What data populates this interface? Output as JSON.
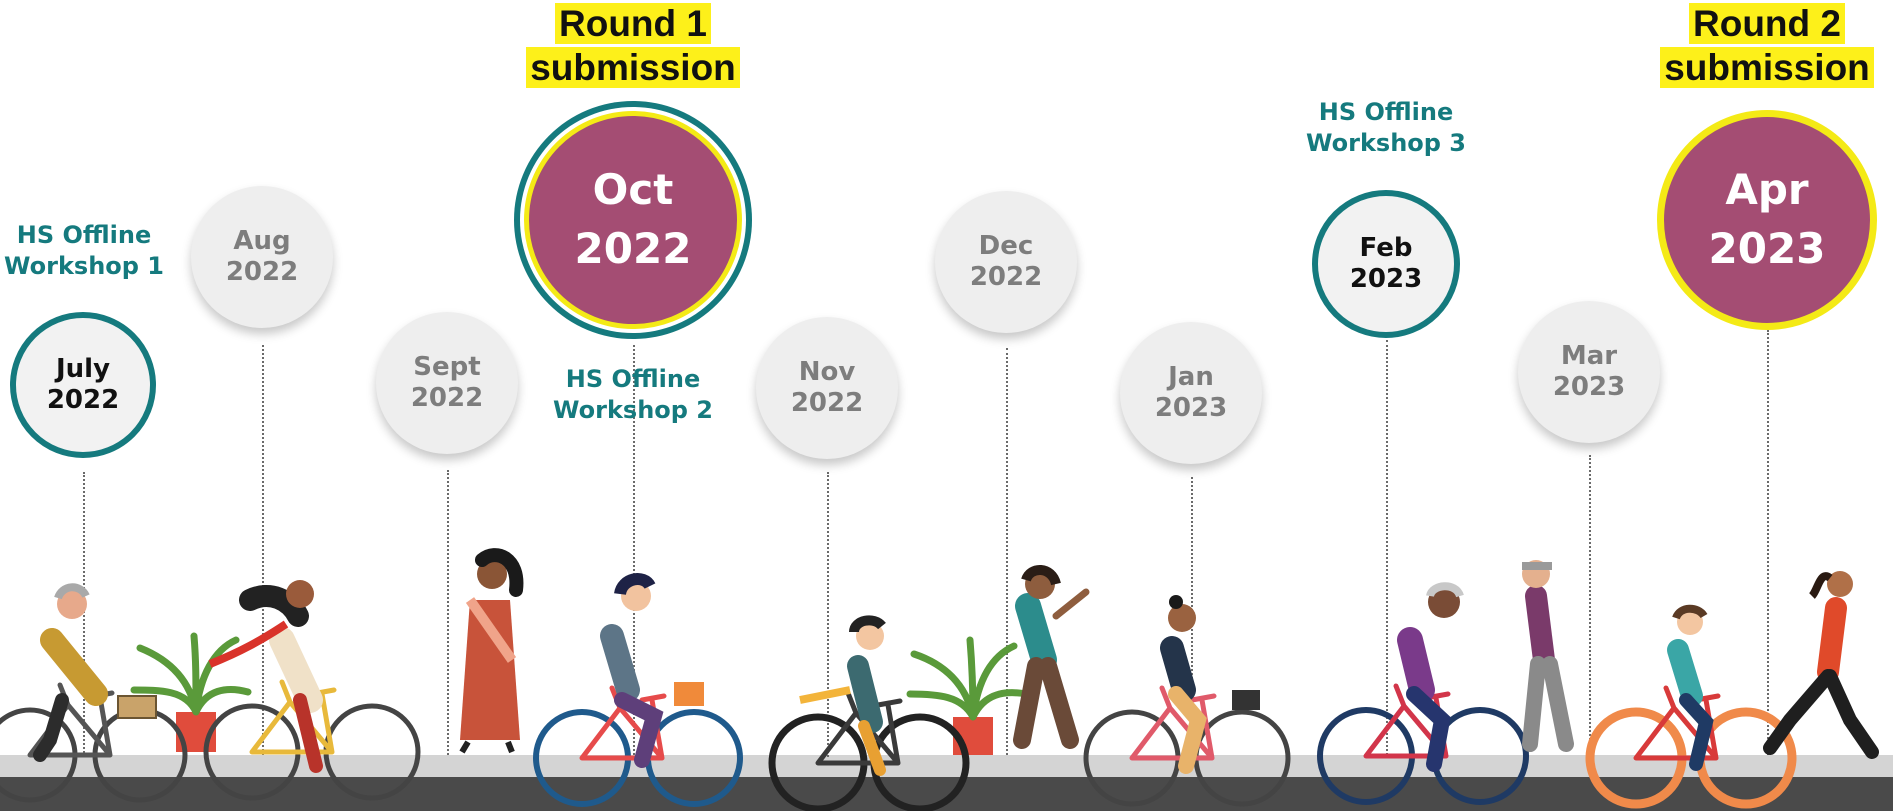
{
  "months": [
    {
      "key": "jul",
      "line1": "July",
      "line2": "2022"
    },
    {
      "key": "aug",
      "line1": "Aug",
      "line2": "2022"
    },
    {
      "key": "sep",
      "line1": "Sept",
      "line2": "2022"
    },
    {
      "key": "oct",
      "line1": "Oct",
      "line2": "2022"
    },
    {
      "key": "nov",
      "line1": "Nov",
      "line2": "2022"
    },
    {
      "key": "dec",
      "line1": "Dec",
      "line2": "2022"
    },
    {
      "key": "jan",
      "line1": "Jan",
      "line2": "2023"
    },
    {
      "key": "feb",
      "line1": "Feb",
      "line2": "2023"
    },
    {
      "key": "mar",
      "line1": "Mar",
      "line2": "2023"
    },
    {
      "key": "apr",
      "line1": "Apr",
      "line2": "2023"
    }
  ],
  "workshops": [
    {
      "line1": "HS Offline",
      "line2": "Workshop 1"
    },
    {
      "line1": "HS Offline",
      "line2": "Workshop 2"
    },
    {
      "line1": "HS Offline",
      "line2": "Workshop 3"
    }
  ],
  "submissions": [
    {
      "line1": "Round 1",
      "line2": "submission"
    },
    {
      "line1": "Round 2",
      "line2": "submission"
    }
  ],
  "colors": {
    "teal": "#157a7e",
    "plum": "#a44d73",
    "highlight_yellow": "#fdf01a",
    "grey_circle": "#eeeeee",
    "grey_text": "#7d7d7d"
  },
  "illustration": {
    "theme": "people cycling, walking and running along a road",
    "icons": [
      "cyclist-icon",
      "walker-icon",
      "runner-icon",
      "potted-plant-icon"
    ]
  }
}
